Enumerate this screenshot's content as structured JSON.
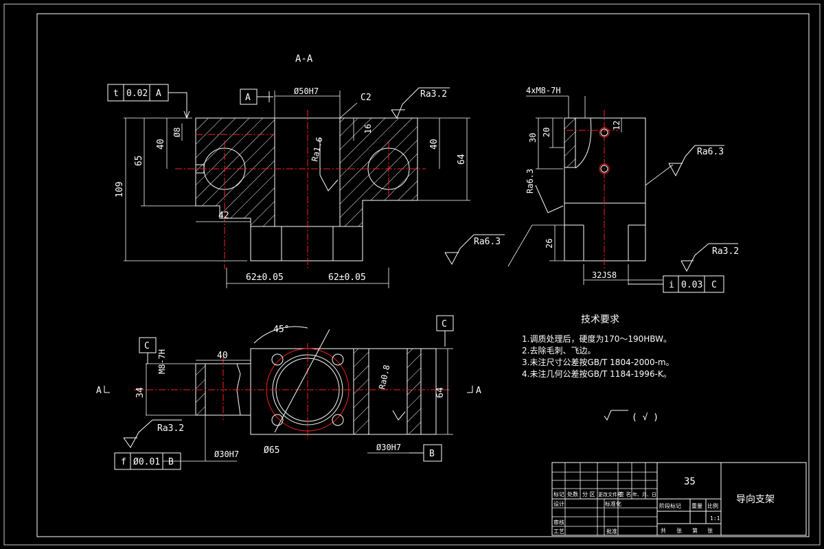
{
  "section_view": {
    "title": "A-A",
    "datum_a_label": "A",
    "bore_dim": "Ø50H7",
    "chamfer": "C2",
    "roughness_top": "Ra3.2",
    "roughness_bore": "Ra1.6",
    "flatness_frame": {
      "symbol": "t",
      "value": "0.02",
      "datum": "A"
    },
    "dims": [
      "Ø8",
      "40",
      "65",
      "109",
      "16",
      "40",
      "64",
      "42",
      "62±0.05",
      "62±0.05"
    ]
  },
  "side_view": {
    "thread_note": "4xM8-7H",
    "dims": [
      "30",
      "20",
      "12",
      "26",
      "32JS8"
    ],
    "roughness_right": "Ra6.3",
    "roughness_slot": "Ra6.3",
    "roughness_bottom_left": "Ra6.3",
    "roughness_bottom_right": "Ra3.2",
    "tol_frame": {
      "symbol": "i",
      "value": "0.03",
      "datum": "C"
    }
  },
  "plan_view": {
    "angle": "45°",
    "datum_c_left": "C",
    "datum_c_right": "C",
    "datum_b": "B",
    "thread": "M8-7H",
    "dims": [
      "40",
      "34",
      "64",
      "Ø65",
      "Ø30H7",
      "Ø30H7"
    ],
    "roughness_bore": "Ra0.8",
    "roughness_bottom": "Ra3.2",
    "section_mark_left": "A",
    "section_mark_right": "A",
    "tol_frame": {
      "symbol": "f",
      "value": "Ø0.01",
      "datum": "B"
    }
  },
  "tech_requirements": {
    "title": "技术要求",
    "items": [
      "1.调质处理后，硬度为170～190HBW。",
      "2.去除毛刺、飞边。",
      "3.未注尺寸公差按GB/T 1804-2000-m。",
      "4.未注几何公差按GB/T 1184-1996-K。"
    ],
    "general_roughness": "( √ )"
  },
  "title_block": {
    "material": "35",
    "part_name": "导向支架",
    "labels": [
      "标记",
      "处数",
      "分 区",
      "更改文件号",
      "签 名",
      "年、月、日",
      "设计",
      "标准化",
      "阶段标记",
      "重量",
      "比例",
      "审核",
      "工艺",
      "批准",
      "共",
      "张",
      "第",
      "张"
    ],
    "scale": "1:1"
  }
}
